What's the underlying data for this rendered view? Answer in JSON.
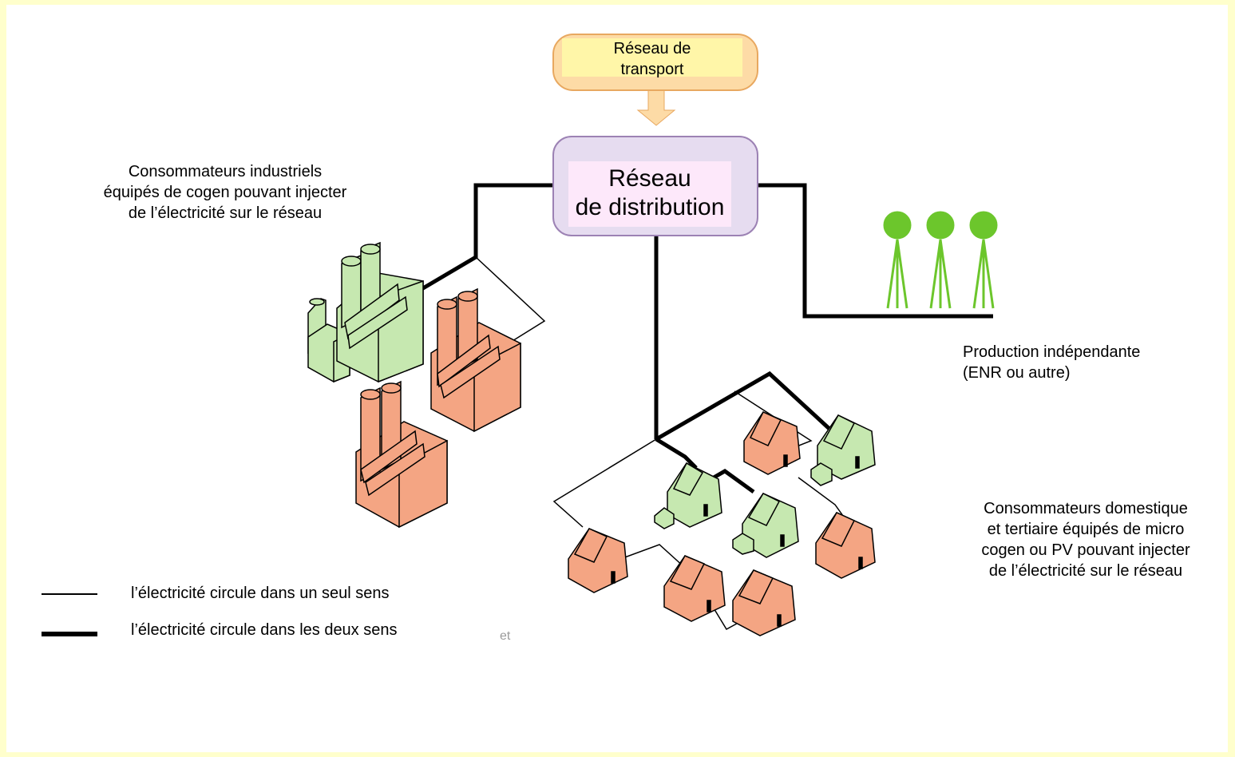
{
  "transport": {
    "label_line1": "Réseau de",
    "label_line2": "transport"
  },
  "distribution": {
    "label_line1": "Réseau",
    "label_line2": "de distribution"
  },
  "industrial": {
    "line1": "Consommateurs industriels",
    "line2": "équipés de cogen pouvant injecter",
    "line3": "de l’électricité sur le réseau"
  },
  "independent": {
    "line1": "Production indépendante",
    "line2": "(ENR ou autre)"
  },
  "domestic": {
    "line1": "Consommateurs domestique",
    "line2": "et tertiaire équipés de micro",
    "line3": "cogen ou PV pouvant injecter",
    "line4": "de l’électricité sur le réseau"
  },
  "legend": {
    "one_way": "l’électricité circule dans un seul sens",
    "two_way": "l’électricité circule dans les deux sens",
    "clipped_fragment": "et"
  },
  "colors": {
    "background": "#ffffcc",
    "cogen_green": "#c6e8b0",
    "consumer_orange": "#f4a583",
    "wind_green": "#6cc62c",
    "transport_fill": "#fddba6",
    "distribution_fill": "#e6dcf0"
  }
}
